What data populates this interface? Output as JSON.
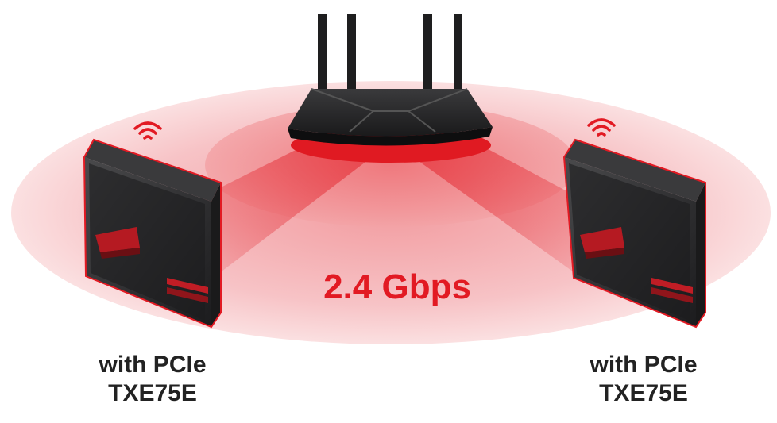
{
  "speed_label": "2.4 Gbps",
  "devices": [
    {
      "line1": "with PCIe",
      "line2": "TXE75E"
    },
    {
      "line1": "with PCIe",
      "line2": "TXE75E"
    }
  ],
  "colors": {
    "accent": "#e21a23",
    "label_text": "#222222",
    "signal_outer": "#f7c5c7",
    "signal_mid": "#f28f93",
    "signal_inner": "#ec5a60"
  },
  "icons": [
    "router-icon",
    "pc-case-icon",
    "wifi-icon"
  ]
}
